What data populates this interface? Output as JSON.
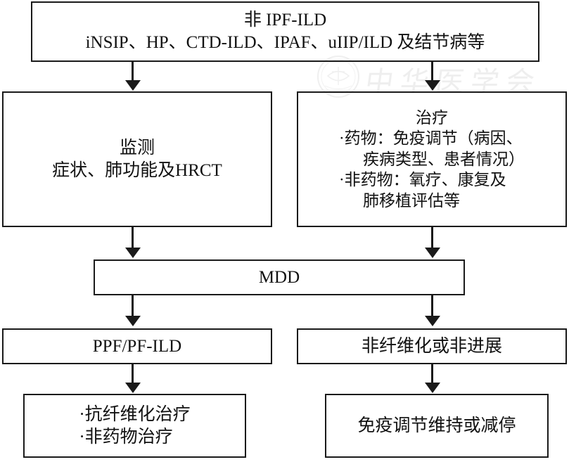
{
  "diagram": {
    "type": "flowchart",
    "title_node": {
      "line1": "非 IPF-ILD",
      "line2": "iNSIP、HP、CTD-ILD、IPAF、uIIP/ILD 及结节病等"
    },
    "monitor_node": {
      "line1": "监测",
      "line2": "症状、肺功能及HRCT"
    },
    "treatment_node": {
      "heading": "治疗",
      "bullet1_line1": "·药物：免疫调节（病因、",
      "bullet1_line2": "疾病类型、患者情况）",
      "bullet2_line1": "·非药物：氧疗、康复及",
      "bullet2_line2": "肺移植评估等"
    },
    "mdd_node": {
      "label": "MDD"
    },
    "branch_left_node": {
      "label": "PPF/PF-ILD"
    },
    "branch_right_node": {
      "label": "非纤维化或非进展"
    },
    "outcome_left_node": {
      "line1": "·抗纤维化治疗",
      "line2": "·非药物治疗"
    },
    "outcome_right_node": {
      "label": "免疫调节维持或减停"
    },
    "watermark": {
      "text": "中华医学会"
    },
    "colors": {
      "stroke": "#1a1a1a",
      "text": "#111111",
      "background": "#ffffff",
      "watermark": "#c9c9c9"
    }
  }
}
